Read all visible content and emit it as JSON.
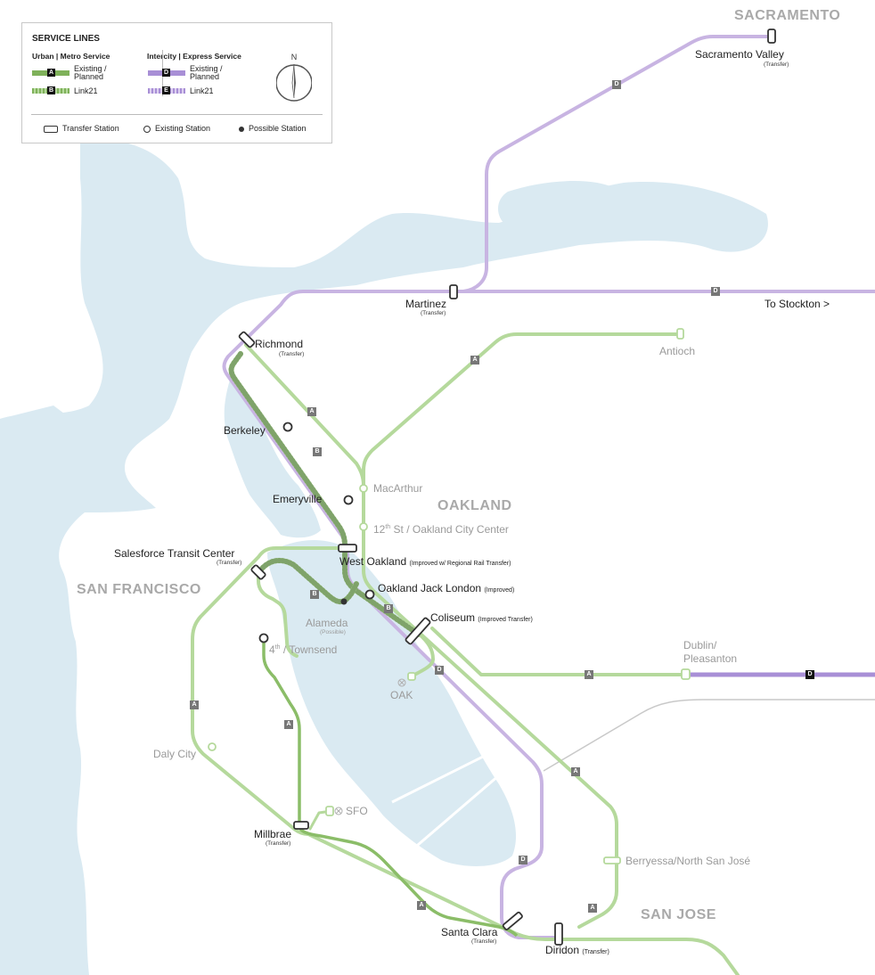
{
  "legend": {
    "title": "SERVICE LINES",
    "urban_header": "Urban | Metro Service",
    "intercity_header": "Intercity | Express Service",
    "urban_existing_badge": "A",
    "urban_existing_label": "Existing / Planned",
    "urban_link21_badge": "B",
    "urban_link21_label": "Link21",
    "intercity_existing_badge": "D",
    "intercity_existing_label": "Existing / Planned",
    "intercity_link21_badge": "E",
    "intercity_link21_label": "Link21",
    "transfer_station": "Transfer Station",
    "existing_station": "Existing Station",
    "possible_station": "Possible Station",
    "north": "N"
  },
  "regions": {
    "sacramento": "SACRAMENTO",
    "oakland": "OAKLAND",
    "san_francisco": "SAN FRANCISCO",
    "san_jose": "SAN JOSE"
  },
  "stations": {
    "sacramento_valley": "Sacramento Valley",
    "sacramento_valley_sub": "(Transfer)",
    "martinez": "Martinez",
    "martinez_sub": "(Transfer)",
    "to_stockton": "To Stockton >",
    "richmond": "Richmond",
    "richmond_sub": "(Transfer)",
    "antioch": "Antioch",
    "berkeley": "Berkeley",
    "macarthur": "MacArthur",
    "emeryville": "Emeryville",
    "twelfth_st_pre": "12",
    "twelfth_st_sup": "th",
    "twelfth_st_post": " St / Oakland City Center",
    "salesforce": "Salesforce Transit Center",
    "salesforce_sub": "(Transfer)",
    "west_oakland": "West Oakland",
    "west_oakland_note": "(Improved w/ Regional Rail Transfer)",
    "jack_london": "Oakland Jack London",
    "jack_london_note": "(Improved)",
    "coliseum": "Coliseum",
    "coliseum_note": "(Improved Transfer)",
    "alameda": "Alameda",
    "alameda_sub": "(Possible)",
    "townsend_pre": "4",
    "townsend_sup": "th",
    "townsend_post": " / Townsend",
    "oak": "OAK",
    "dublin_line1": "Dublin/",
    "dublin_line2": "Pleasanton",
    "daly_city": "Daly City",
    "sfo": "SFO",
    "millbrae": "Millbrae",
    "millbrae_sub": "(Transfer)",
    "berryessa": "Berryessa/North San José",
    "santa_clara": "Santa Clara",
    "santa_clara_sub": "(Transfer)",
    "diridon": "Diridon",
    "diridon_sub": "(Transfer)"
  },
  "route_badges": [
    "D",
    "D",
    "A",
    "A",
    "B",
    "B",
    "B",
    "D",
    "A",
    "A",
    "D",
    "A",
    "A",
    "D",
    "A",
    "A"
  ],
  "colors": {
    "water": "#daeaf2",
    "land": "#ffffff",
    "urban_line": "#b5d99c",
    "urban_line_dark": "#7fb15a",
    "intercity_line": "#c8b4e2",
    "intercity_dark": "#a88fd6",
    "badge": "#777777"
  }
}
